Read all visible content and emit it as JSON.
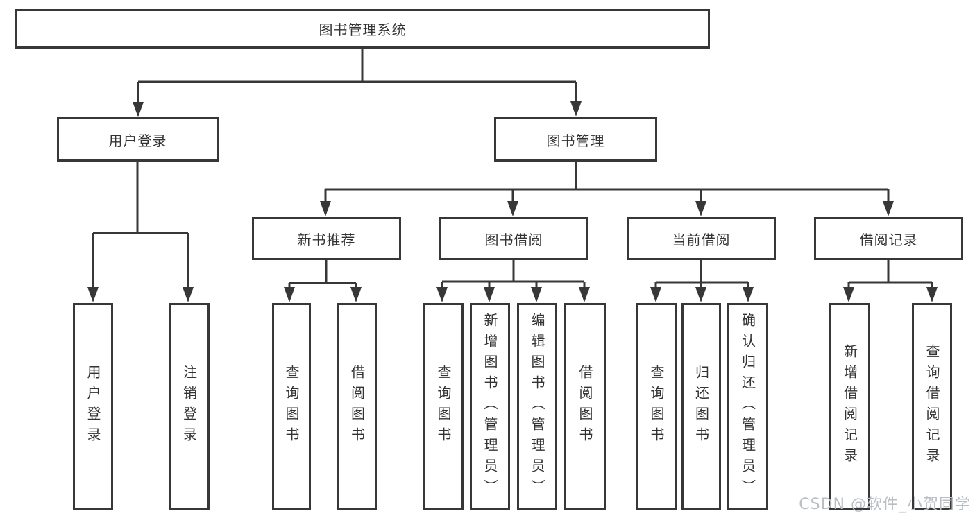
{
  "diagram": {
    "type": "tree-structure-chart",
    "root": {
      "label": "图书管理系统"
    },
    "branches": [
      {
        "label": "用户登录",
        "children": [
          {
            "label": "用户登录"
          },
          {
            "label": "注销登录"
          }
        ]
      },
      {
        "label": "图书管理",
        "children": [
          {
            "label": "新书推荐",
            "children": [
              {
                "label": "查询图书"
              },
              {
                "label": "借阅图书"
              }
            ]
          },
          {
            "label": "图书借阅",
            "children": [
              {
                "label": "查询图书"
              },
              {
                "label": "新增图书（管理员）"
              },
              {
                "label": "编辑图书（管理员）"
              },
              {
                "label": "借阅图书"
              }
            ]
          },
          {
            "label": "当前借阅",
            "children": [
              {
                "label": "查询图书"
              },
              {
                "label": "归还图书"
              },
              {
                "label": "确认归还（管理员）"
              }
            ]
          },
          {
            "label": "借阅记录",
            "children": [
              {
                "label": "新增借阅记录"
              },
              {
                "label": "查询借阅记录"
              }
            ]
          }
        ]
      }
    ]
  },
  "watermark": {
    "text": "CSDN @软件_小贺同学",
    "color": "#b9bdc4"
  },
  "colors": {
    "line": "#373737",
    "text": "#333333",
    "background": "#ffffff"
  }
}
